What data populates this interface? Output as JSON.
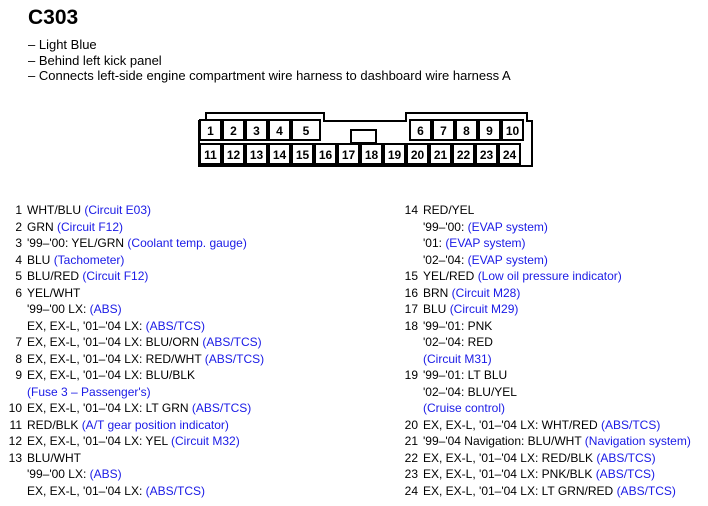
{
  "title": "C303",
  "bullets": [
    "– Light Blue",
    "– Behind left kick panel",
    "– Connects left-side engine compartment wire harness to dashboard wire harness A"
  ],
  "connector": {
    "top_pins": [
      "1",
      "2",
      "3",
      "4",
      "5",
      "6",
      "7",
      "8",
      "9",
      "10"
    ],
    "bottom_pins": [
      "11",
      "12",
      "13",
      "14",
      "15",
      "16",
      "17",
      "18",
      "19",
      "20",
      "21",
      "22",
      "23",
      "24"
    ]
  },
  "left_pins": [
    {
      "num": "1",
      "lines": [
        [
          {
            "t": "WHT/BLU "
          },
          {
            "t": "(Circuit E03)",
            "b": 1
          }
        ]
      ]
    },
    {
      "num": "2",
      "lines": [
        [
          {
            "t": "GRN "
          },
          {
            "t": "(Circuit F12)",
            "b": 1
          }
        ]
      ]
    },
    {
      "num": "3",
      "lines": [
        [
          {
            "t": "'99–'00: YEL/GRN "
          },
          {
            "t": "(Coolant temp. gauge)",
            "b": 1
          }
        ]
      ]
    },
    {
      "num": "4",
      "lines": [
        [
          {
            "t": "BLU "
          },
          {
            "t": "(Tachometer)",
            "b": 1
          }
        ]
      ]
    },
    {
      "num": "5",
      "lines": [
        [
          {
            "t": "BLU/RED "
          },
          {
            "t": "(Circuit F12)",
            "b": 1
          }
        ]
      ]
    },
    {
      "num": "6",
      "lines": [
        [
          {
            "t": "YEL/WHT"
          }
        ],
        [
          {
            "t": "'99–'00 LX: "
          },
          {
            "t": "(ABS)",
            "b": 1
          }
        ],
        [
          {
            "t": "EX, EX-L, '01–'04 LX: "
          },
          {
            "t": "(ABS/TCS)",
            "b": 1
          }
        ]
      ]
    },
    {
      "num": "7",
      "lines": [
        [
          {
            "t": "EX, EX-L, '01–'04 LX: BLU/ORN "
          },
          {
            "t": "(ABS/TCS)",
            "b": 1
          }
        ]
      ]
    },
    {
      "num": "8",
      "lines": [
        [
          {
            "t": "EX, EX-L, '01–'04 LX: RED/WHT "
          },
          {
            "t": "(ABS/TCS)",
            "b": 1
          }
        ]
      ]
    },
    {
      "num": "9",
      "lines": [
        [
          {
            "t": "EX, EX-L, '01–'04 LX: BLU/BLK"
          }
        ],
        [
          {
            "t": "(Fuse 3 – Passenger's)",
            "b": 1
          }
        ]
      ]
    },
    {
      "num": "10",
      "lines": [
        [
          {
            "t": "EX, EX-L, '01–'04 LX: LT GRN "
          },
          {
            "t": "(ABS/TCS)",
            "b": 1
          }
        ]
      ]
    },
    {
      "num": "11",
      "lines": [
        [
          {
            "t": "RED/BLK "
          },
          {
            "t": "(A/T gear position indicator)",
            "b": 1
          }
        ]
      ]
    },
    {
      "num": "12",
      "lines": [
        [
          {
            "t": "EX, EX-L, '01–'04 LX: YEL "
          },
          {
            "t": "(Circuit M32)",
            "b": 1
          }
        ]
      ]
    },
    {
      "num": "13",
      "lines": [
        [
          {
            "t": "BLU/WHT"
          }
        ],
        [
          {
            "t": "'99–'00 LX: "
          },
          {
            "t": "(ABS)",
            "b": 1
          }
        ],
        [
          {
            "t": "EX, EX-L, '01–'04 LX: "
          },
          {
            "t": "(ABS/TCS)",
            "b": 1
          }
        ]
      ]
    }
  ],
  "right_pins": [
    {
      "num": "14",
      "lines": [
        [
          {
            "t": "RED/YEL"
          }
        ],
        [
          {
            "t": "'99–'00: "
          },
          {
            "t": "(EVAP system)",
            "b": 1
          }
        ],
        [
          {
            "t": "'01: "
          },
          {
            "t": "(EVAP system)",
            "b": 1
          }
        ],
        [
          {
            "t": "'02–'04: "
          },
          {
            "t": "(EVAP system)",
            "b": 1
          }
        ]
      ]
    },
    {
      "num": "15",
      "lines": [
        [
          {
            "t": "YEL/RED "
          },
          {
            "t": "(Low oil pressure indicator)",
            "b": 1
          }
        ]
      ]
    },
    {
      "num": "16",
      "lines": [
        [
          {
            "t": "BRN "
          },
          {
            "t": "(Circuit M28)",
            "b": 1
          }
        ]
      ]
    },
    {
      "num": "17",
      "lines": [
        [
          {
            "t": "BLU "
          },
          {
            "t": "(Circuit M29)",
            "b": 1
          }
        ]
      ]
    },
    {
      "num": "18",
      "lines": [
        [
          {
            "t": "'99–'01: PNK"
          }
        ],
        [
          {
            "t": "'02–'04: RED"
          }
        ],
        [
          {
            "t": "(Circuit M31)",
            "b": 1
          }
        ]
      ]
    },
    {
      "num": "19",
      "lines": [
        [
          {
            "t": "'99–'01: LT BLU"
          }
        ],
        [
          {
            "t": "'02–'04: BLU/YEL"
          }
        ],
        [
          {
            "t": "(Cruise control)",
            "b": 1
          }
        ]
      ]
    },
    {
      "num": "20",
      "lines": [
        [
          {
            "t": "EX, EX-L, '01–'04 LX: WHT/RED "
          },
          {
            "t": "(ABS/TCS)",
            "b": 1
          }
        ]
      ]
    },
    {
      "num": "21",
      "lines": [
        [
          {
            "t": "'99–'04 Navigation: BLU/WHT "
          },
          {
            "t": "(Navigation system)",
            "b": 1
          }
        ]
      ]
    },
    {
      "num": "22",
      "lines": [
        [
          {
            "t": "EX, EX-L, '01–'04 LX: RED/BLK "
          },
          {
            "t": "(ABS/TCS)",
            "b": 1
          }
        ]
      ]
    },
    {
      "num": "23",
      "lines": [
        [
          {
            "t": "EX, EX-L, '01–'04 LX: PNK/BLK "
          },
          {
            "t": "(ABS/TCS)",
            "b": 1
          }
        ]
      ]
    },
    {
      "num": "24",
      "lines": [
        [
          {
            "t": "EX, EX-L, '01–'04 LX: LT GRN/RED "
          },
          {
            "t": "(ABS/TCS)",
            "b": 1
          }
        ]
      ]
    }
  ],
  "colors": {
    "text": "#000000",
    "circuit": "#1a1ae6",
    "background": "#ffffff"
  }
}
